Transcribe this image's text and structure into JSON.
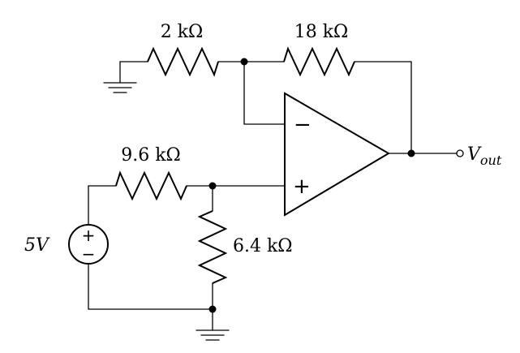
{
  "labels": {
    "r_ground_in": "2 kΩ",
    "r_feedback": "18 kΩ",
    "r_series": "9.6 kΩ",
    "r_shunt": "6.4 kΩ",
    "source_voltage": "5V",
    "output": "V",
    "output_sub": "out"
  },
  "signs": {
    "opamp_minus": "−",
    "opamp_plus": "+",
    "source_plus": "+",
    "source_minus": "−"
  }
}
